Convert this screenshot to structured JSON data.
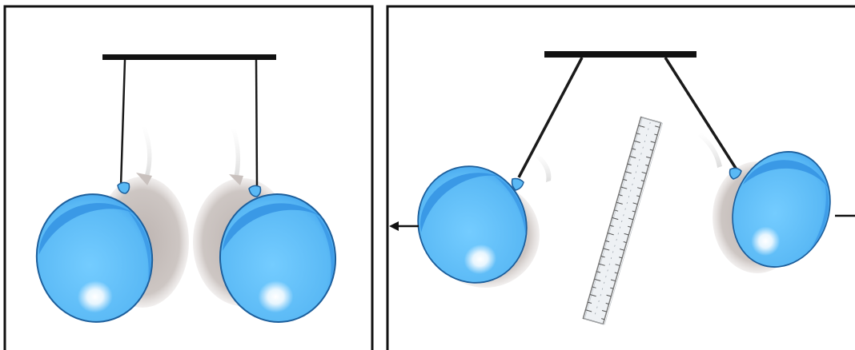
{
  "panels": [
    {
      "id": "left",
      "state": "balloons hanging straight down",
      "balloon_count": 2
    },
    {
      "id": "right",
      "state": "balloons pushed apart with a ruler between them",
      "balloon_count": 2,
      "force_arrows": [
        "left",
        "right"
      ]
    }
  ],
  "colors": {
    "frame": "#111111",
    "bar": "#111111",
    "string": "#1a1a1a",
    "balloon_light": "#66c6ff",
    "balloon_mid": "#3b9dec",
    "balloon_dark": "#1f6fbf",
    "shadow": "#cbc3c0",
    "ruler": "#e9ecef"
  },
  "icons": [
    "balloon-icon",
    "ruler-icon",
    "arrow-left-icon",
    "arrow-right-icon"
  ]
}
